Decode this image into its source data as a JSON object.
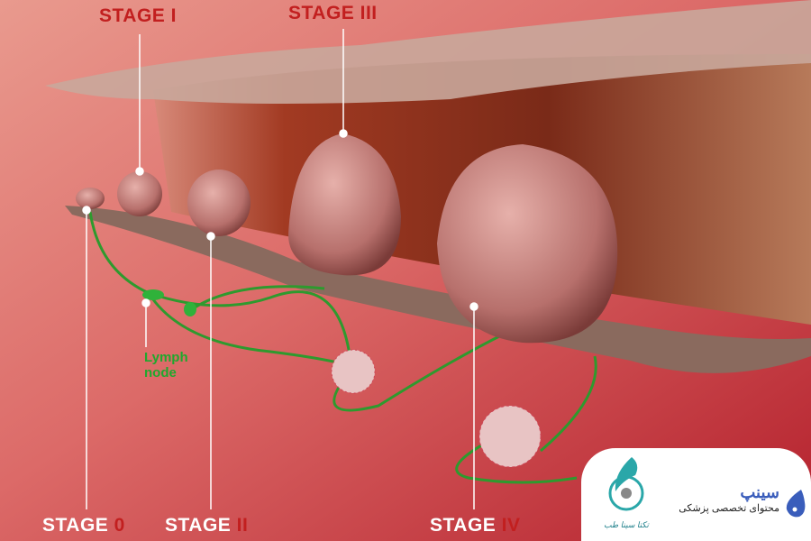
{
  "labels": {
    "stage_1": {
      "text": "STAGE ",
      "num": "I"
    },
    "stage_3": {
      "text": "STAGE ",
      "num": "III"
    },
    "stage_0": {
      "text": "STAGE ",
      "num": "0"
    },
    "stage_2": {
      "text": "STAGE ",
      "num": "II"
    },
    "stage_4": {
      "text": "STAGE ",
      "num": "IV"
    },
    "lymph_node": [
      "Lymph",
      "node"
    ]
  },
  "watermark": {
    "brand": "سینپ",
    "tagline": "محتوای تخصصی پزشکی",
    "logo_caption": "تکتا سینا طب"
  },
  "colors": {
    "stage_red": "#c21f1f",
    "lymph_green": "#1fa82d",
    "brand_blue": "#3a5dbb"
  }
}
